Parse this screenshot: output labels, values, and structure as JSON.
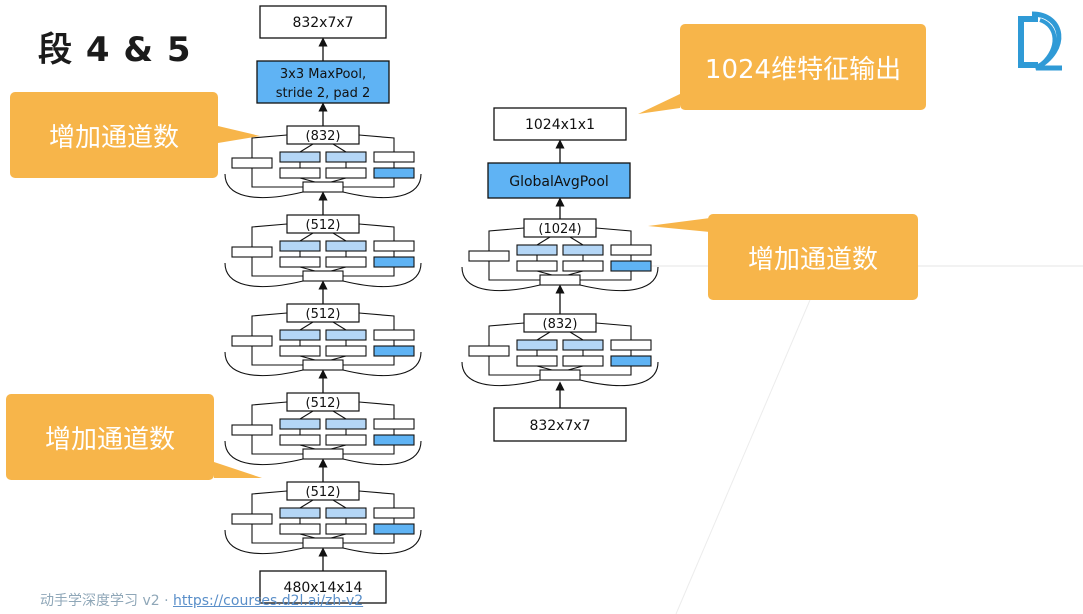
{
  "title": "段 4 & 5",
  "footer": {
    "text": "动手学深度学习 v2 · ",
    "link": "https://courses.d2l.ai/zh-v2"
  },
  "callouts": {
    "c1": "增加通道数",
    "c2": "增加通道数",
    "c3": "1024维特征输出",
    "c4": "增加通道数"
  },
  "stage4": {
    "output": "832x7x7",
    "pool": [
      "3x3 MaxPool,",
      "stride 2, pad 2"
    ],
    "input": "480x14x14",
    "blocks": [
      "(832)",
      "(512)",
      "(512)",
      "(512)",
      "(512)"
    ]
  },
  "stage5": {
    "output": "1024x1x1",
    "pool": "GlobalAvgPool",
    "input": "832x7x7",
    "blocks": [
      "(1024)",
      "(832)"
    ]
  },
  "colors": {
    "callout": "#f7b54a",
    "pool_fill": "#5fb3f4",
    "conv_light": "#b4d6f6",
    "conv_mid": "#5fb3f4"
  }
}
